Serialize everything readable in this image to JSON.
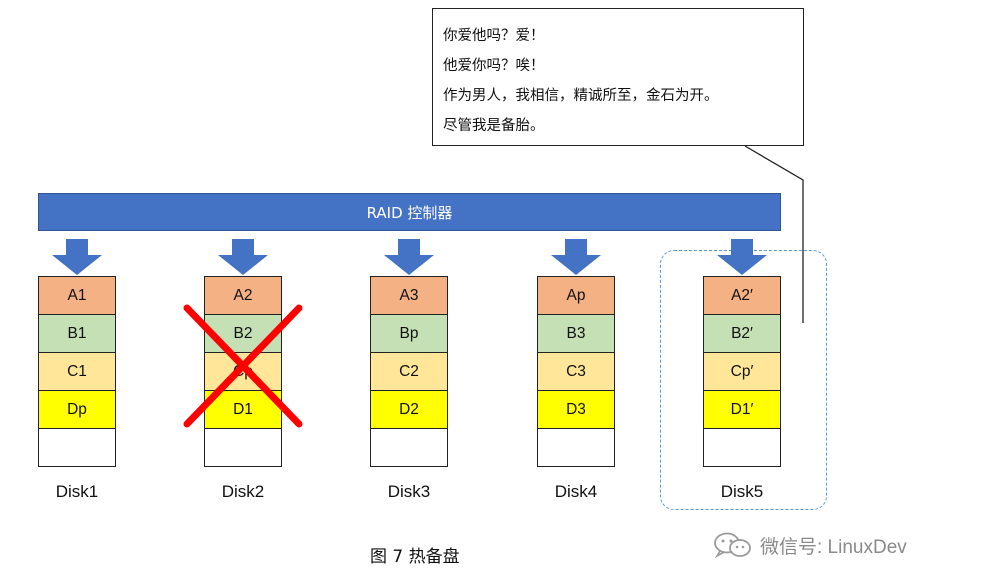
{
  "callout": {
    "lines": [
      "你爱他吗？爱！",
      "他爱你吗？唉！",
      "作为男人，我相信，精诚所至，金石为开。",
      "尽管我是备胎。"
    ]
  },
  "controller": {
    "label": "RAID 控制器"
  },
  "disks": [
    {
      "name": "Disk1",
      "cells": [
        "A1",
        "B1",
        "C1",
        "Dp",
        ""
      ]
    },
    {
      "name": "Disk2",
      "cells": [
        "A2",
        "B2",
        "Cp",
        "D1",
        ""
      ],
      "failed": true
    },
    {
      "name": "Disk3",
      "cells": [
        "A3",
        "Bp",
        "C2",
        "D2",
        ""
      ]
    },
    {
      "name": "Disk4",
      "cells": [
        "Ap",
        "B3",
        "C3",
        "D3",
        ""
      ]
    },
    {
      "name": "Disk5",
      "cells": [
        "A2′",
        "B2′",
        "Cp′",
        "D1′",
        ""
      ],
      "hot_spare": true
    }
  ],
  "colors": {
    "row_a": "#F4B183",
    "row_b": "#C5E0B4",
    "row_c": "#FFE699",
    "row_d": "#FFFF00",
    "row_empty": "#FFFFFF",
    "controller": "#4472C4",
    "arrow": "#4472C4",
    "cross": "#FF0000",
    "spare_outline": "#5B9BD5"
  },
  "icons": {
    "arrow": "down-arrow-icon",
    "cross": "failure-cross-icon",
    "watermark": "wechat-icon"
  },
  "caption": "图 7  热备盘",
  "watermark": "微信号: LinuxDev"
}
